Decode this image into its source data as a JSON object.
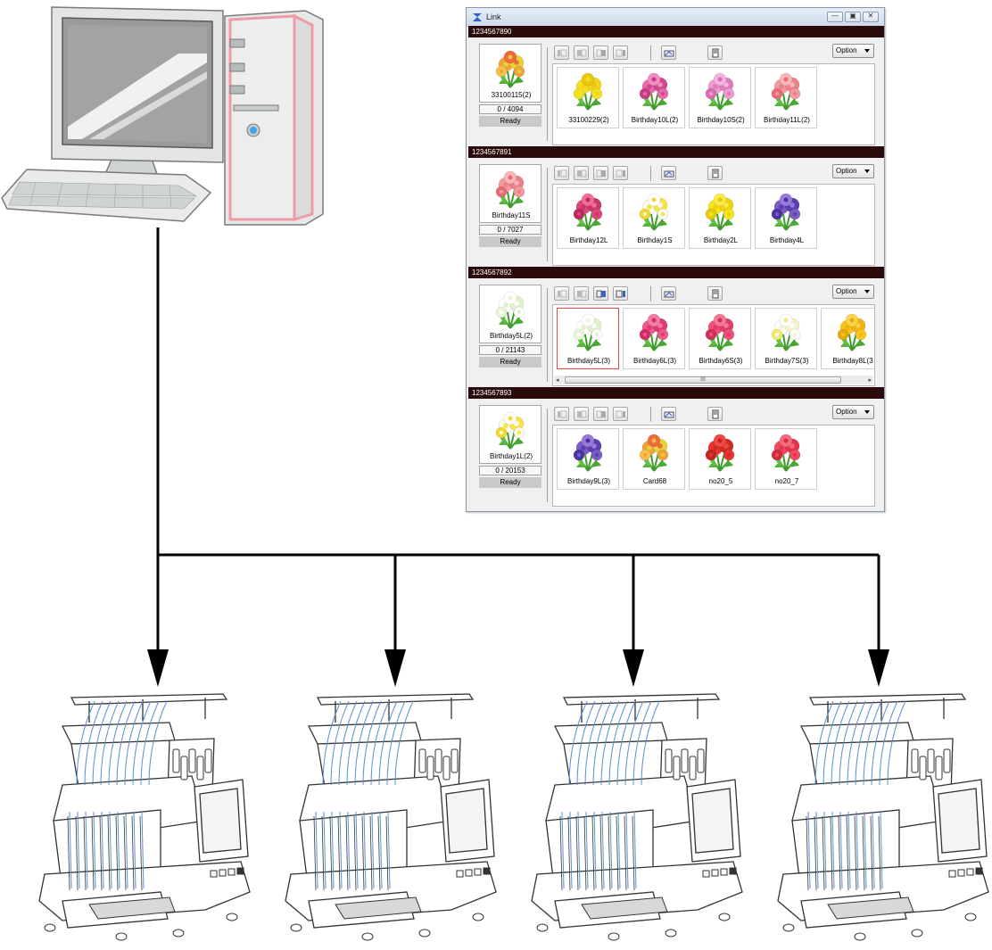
{
  "window": {
    "title": "Link",
    "minimize_icon": "minimize-icon",
    "maximize_icon": "maximize-icon",
    "close_icon": "close-icon"
  },
  "option_label": "Option",
  "machines": [
    {
      "serial": "1234567890",
      "current": {
        "name": "33100115(2)",
        "progress": "0 / 4094",
        "status": "Ready",
        "flower": "mixed"
      },
      "queue": [
        {
          "name": "33100229(2)",
          "flower": "dandelion"
        },
        {
          "name": "Birthday10L(2)",
          "flower": "pink-daisies"
        },
        {
          "name": "Birthday10S(2)",
          "flower": "cosmos"
        },
        {
          "name": "Birthday11L(2)",
          "flower": "chrysanthemum-pink"
        }
      ],
      "scrollbar": false,
      "enabled_tools": false
    },
    {
      "serial": "1234567891",
      "current": {
        "name": "Birthday11S",
        "progress": "0 / 7027",
        "status": "Ready",
        "flower": "chrysanthemum-pink"
      },
      "queue": [
        {
          "name": "Birthday12L",
          "flower": "orchid"
        },
        {
          "name": "Birthday1S",
          "flower": "narcissus"
        },
        {
          "name": "Birthday2L",
          "flower": "yellow-bouquet"
        },
        {
          "name": "Birthday4L",
          "flower": "violets"
        }
      ],
      "scrollbar": false,
      "enabled_tools": false
    },
    {
      "serial": "1234567892",
      "current": {
        "name": "Birthday5L(2)",
        "progress": "0 / 21143",
        "status": "Ready",
        "flower": "lily-of-valley"
      },
      "queue": [
        {
          "name": "Birthday5L(3)",
          "flower": "lily-of-valley",
          "selected": true
        },
        {
          "name": "Birthday6L(3)",
          "flower": "rose-pink"
        },
        {
          "name": "Birthday6S(3)",
          "flower": "camellia"
        },
        {
          "name": "Birthday7S(3)",
          "flower": "lily-white"
        },
        {
          "name": "Birthday8L(3",
          "flower": "sunflower"
        }
      ],
      "scrollbar": true,
      "scroll_grip": "III",
      "enabled_tools": true
    },
    {
      "serial": "1234567893",
      "current": {
        "name": "Birthday1L(2)",
        "progress": "0 / 20153",
        "status": "Ready",
        "flower": "narcissus"
      },
      "queue": [
        {
          "name": "Birthday9L(3)",
          "flower": "violets"
        },
        {
          "name": "Card68",
          "flower": "mixed"
        },
        {
          "name": "no20_5",
          "flower": "tulip"
        },
        {
          "name": "no20_7",
          "flower": "carnation"
        }
      ],
      "scrollbar": false,
      "enabled_tools": false
    }
  ],
  "colors": {
    "wire": "#000000",
    "serial_bar": "#2a0a0a",
    "selected_border": "#e04848",
    "monitor_screen": "#9a9a9a",
    "computer_accent": "#f09aa8",
    "machine_thread": "#5b8fd6"
  },
  "icons": [
    "computer-illustration",
    "embroidery-machine-illustration",
    "flower-thumbnail",
    "arrow-down-icon"
  ]
}
